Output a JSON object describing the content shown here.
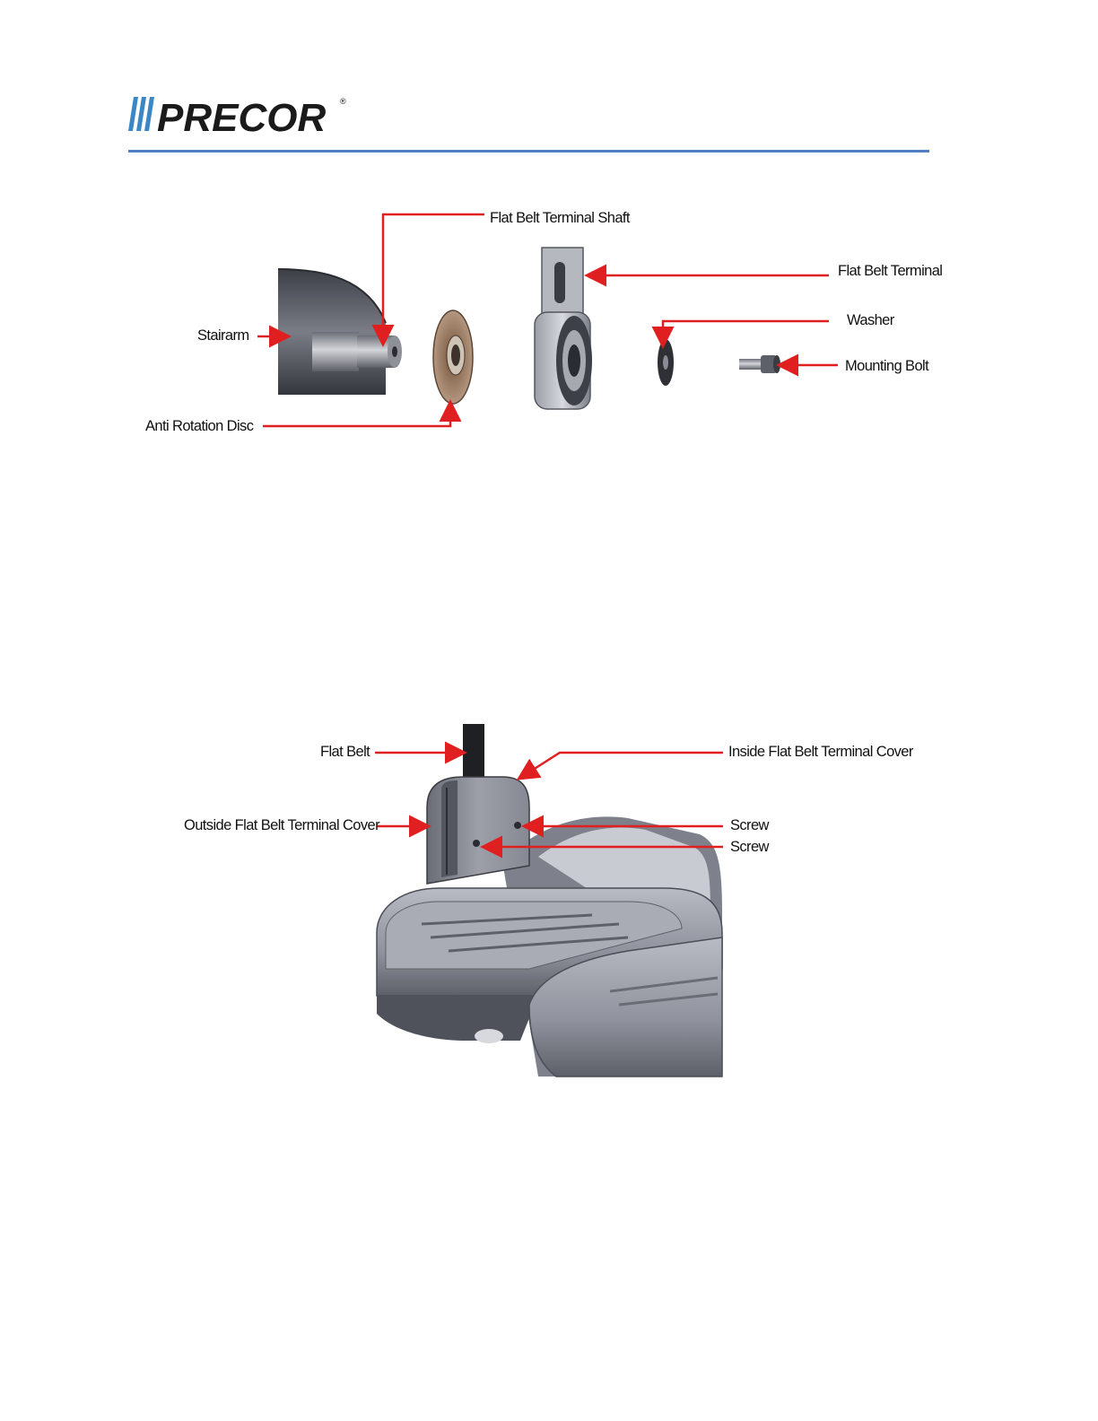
{
  "header": {
    "brand": "PRECOR",
    "rule_color": "#4f7fc1"
  },
  "figure1": {
    "labels": {
      "flat_belt_terminal_shaft": "Flat Belt Terminal Shaft",
      "flat_belt_terminal": "Flat Belt Terminal",
      "washer": "Washer",
      "stairarm": "Stairarm",
      "mounting_bolt": "Mounting Bolt",
      "anti_rotation_disc": "Anti Rotation Disc"
    }
  },
  "figure2": {
    "labels": {
      "flat_belt": "Flat Belt",
      "inside_flat_belt_terminal_cover": "Inside Flat Belt Terminal Cover",
      "outside_flat_belt_terminal_cover": "Outside Flat Belt Terminal Cover",
      "screw_1": "Screw",
      "screw_2": "Screw"
    }
  },
  "colors": {
    "arrow": "#e02020",
    "part_dark": "#4a4d55",
    "part_mid": "#80838c",
    "part_light": "#c4c6cc"
  }
}
